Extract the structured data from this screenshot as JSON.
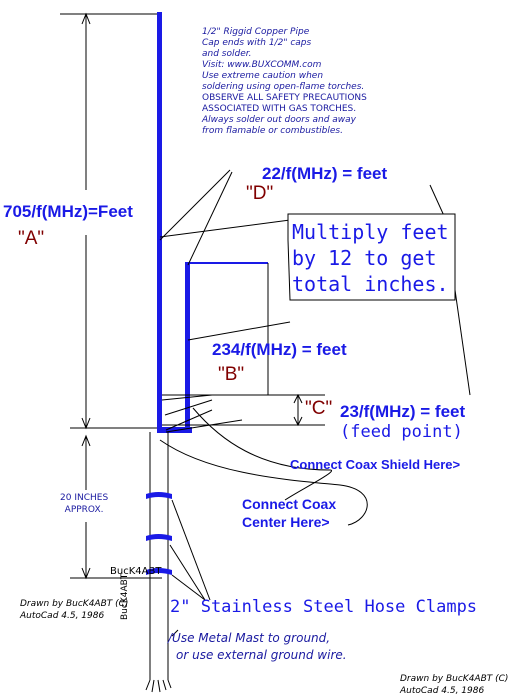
{
  "notes": {
    "lines": [
      "1/2\" Riggid Copper Pipe",
      "Cap ends with 1/2\" caps",
      "and solder.",
      "Visit: www.BUXCOMM.com",
      "Use extreme caution when",
      "soldering using open-flame torches.",
      "OBSERVE ALL SAFETY PRECAUTIONS",
      "ASSOCIATED WITH GAS TORCHES.",
      "Always solder out doors and away",
      "from flamable or combustibles."
    ]
  },
  "labels": {
    "a_formula": "705/f(MHz)=Feet",
    "a_letter": "\"A\"",
    "d_formula": "22/f(MHz) = feet",
    "d_letter": "\"D\"",
    "multiply_note": [
      "Multiply feet",
      "by 12 to get",
      "total inches."
    ],
    "b_formula": "234/f(MHz) = feet",
    "b_letter": "\"B\"",
    "c_letter": "\"C\"",
    "c_formula": "23/f(MHz) = feet",
    "feed_point": "(feed point)",
    "coax_shield": "Connect Coax Shield Here>",
    "coax_center": [
      "Connect Coax",
      "Center Here>"
    ],
    "inches_note": [
      "20 INCHES",
      "APPROX."
    ],
    "mast_tag": "BucK4ABT",
    "mast_vertical": "BucK4ABT",
    "hose_clamps": "2\" Stainless Steel Hose Clamps",
    "ground_note": [
      "/Use Metal Mast to ground,",
      "or use external ground wire."
    ]
  },
  "credits": {
    "left": [
      "Drawn by BucK4ABT (C)",
      "AutoCad 4.5, 1986"
    ],
    "right": [
      "Drawn by BucK4ABT (C)",
      "AutoCad 4.5, 1986"
    ]
  },
  "colors": {
    "pipe": "#1a1ae6",
    "formula": "#1a1ae6",
    "letter": "#800000",
    "line": "#000000"
  }
}
